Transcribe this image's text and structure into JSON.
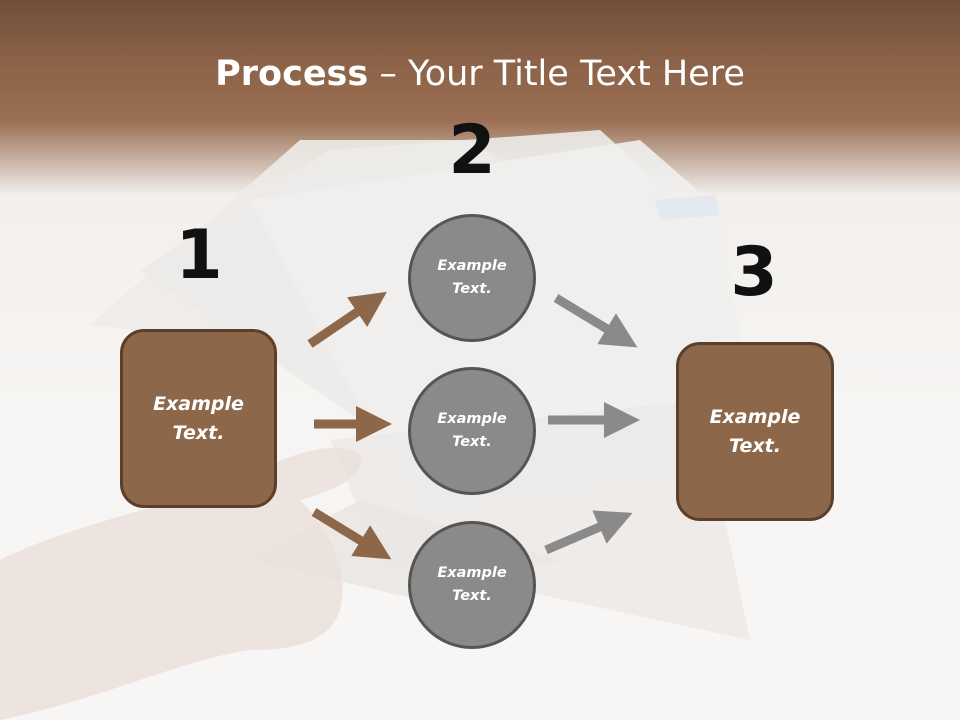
{
  "title": {
    "bold": "Process",
    "rest": " – Your Title Text Here"
  },
  "steps": [
    {
      "number": "1",
      "text": "Example Text."
    },
    {
      "number": "2",
      "circles": [
        "Example Text.",
        "Example Text.",
        "Example Text."
      ]
    },
    {
      "number": "3",
      "text": "Example Text."
    }
  ],
  "colors": {
    "brown": "#8d6749",
    "brown_border": "#5c3f2b",
    "gray": "#8a8a8a",
    "gray_border": "#555555"
  }
}
